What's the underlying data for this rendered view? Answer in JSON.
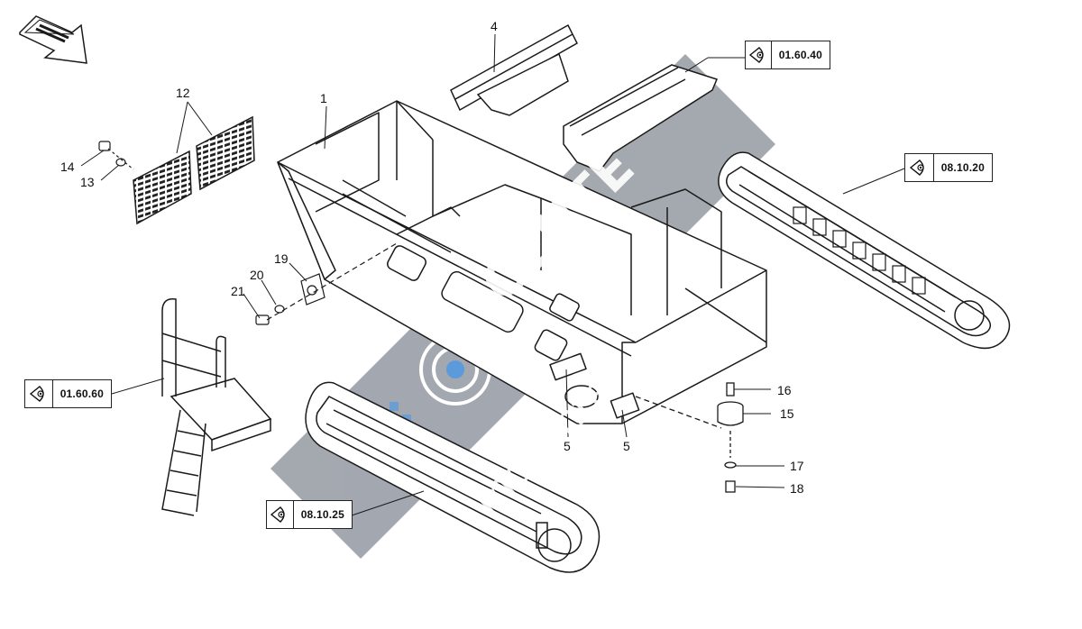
{
  "diagram": {
    "callouts": [
      {
        "id": "1",
        "label": "1"
      },
      {
        "id": "4",
        "label": "4"
      },
      {
        "id": "5a",
        "label": "5"
      },
      {
        "id": "5b",
        "label": "5"
      },
      {
        "id": "12",
        "label": "12"
      },
      {
        "id": "13",
        "label": "13"
      },
      {
        "id": "14",
        "label": "14"
      },
      {
        "id": "15",
        "label": "15"
      },
      {
        "id": "16",
        "label": "16"
      },
      {
        "id": "17",
        "label": "17"
      },
      {
        "id": "18",
        "label": "18"
      },
      {
        "id": "19",
        "label": "19"
      },
      {
        "id": "20",
        "label": "20"
      },
      {
        "id": "21",
        "label": "21"
      }
    ],
    "references": [
      {
        "id": "ref-01-60-40",
        "code": "01.60.40"
      },
      {
        "id": "ref-08-10-20",
        "code": "08.10.20"
      },
      {
        "id": "ref-01-60-60",
        "code": "01.60.60"
      },
      {
        "id": "ref-08-10-25",
        "code": "08.10.25"
      }
    ]
  },
  "watermark": {
    "brand_top": "CENTE",
    "brand_bottom": "movente"
  },
  "icons": {
    "reference_eye": "eye-icon",
    "direction_arrow": "direction-arrow-icon"
  },
  "colors": {
    "line": "#1a1a1a",
    "watermark": "#8a8f99",
    "watermark_accent": "#2f7fd1"
  }
}
